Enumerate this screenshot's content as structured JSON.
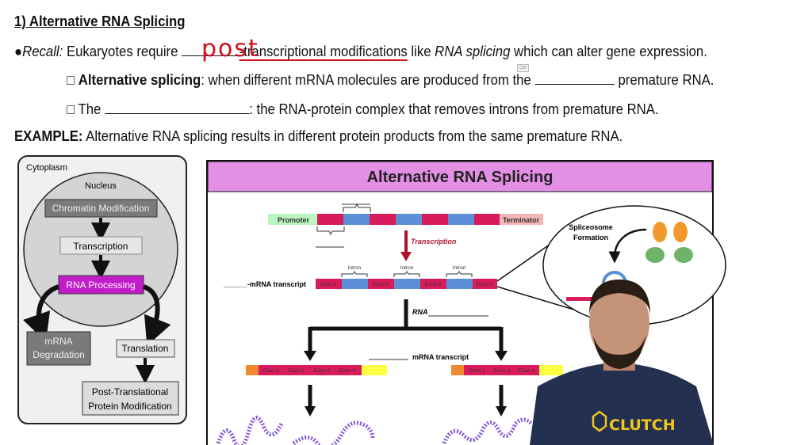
{
  "heading": "1) Alternative RNA Splicing",
  "recall": {
    "bullet": "●",
    "label": "Recall:",
    "before": " Eukaryotes require ",
    "handwritten": "post",
    "mid": "-transcriptional modifications",
    "like": " like ",
    "italic": "RNA splicing",
    "after": " which can alter gene expression."
  },
  "alt_splicing": {
    "box": "□",
    "term": "Alternative splicing",
    "text": ": when different mRNA molecules are produced from the",
    "after": " premature RNA."
  },
  "spliceosome_def": {
    "box": "□",
    "the": " The ",
    "text": ": the RNA-protein complex that removes introns from premature RNA."
  },
  "example": {
    "label": "EXAMPLE:",
    "text": " Alternative RNA splicing results in different protein products from the same premature RNA."
  },
  "ctrl_badge": "Ctrl",
  "flow": {
    "cytoplasm": "Cytoplasm",
    "nucleus": "Nucleus",
    "chromatin": "Chromatin Modification",
    "transcription": "Transcription",
    "rna_processing": "RNA Processing",
    "degradation_1": "mRNA",
    "degradation_2": "Degradation",
    "translation": "Translation",
    "ptm_1": "Post-Translational",
    "ptm_2": "Protein Modification"
  },
  "diagram": {
    "title": "Alternative RNA Splicing",
    "promoter": "Promoter",
    "terminator": "Terminator",
    "transcription": "Transcription",
    "pre_label": "______-mRNA transcript",
    "intron": "Intron",
    "exons": [
      "Exon 1",
      "Exon 2",
      "Exon 3",
      "Exon 4"
    ],
    "rna_label": "RNA",
    "mrna_label": "mRNA transcript",
    "left_exons": [
      "Exon 1",
      "Exon 2",
      "Exon 3",
      "Exon 4"
    ],
    "right_exons": [
      "Exon 1",
      "Exon 2",
      "Exon 4"
    ],
    "spliceosome_1": "Spliceosome",
    "spliceosome_2": "Formation"
  },
  "shirt_logo": "CLUTCH",
  "colors": {
    "exon": "#d81b5a",
    "intron": "#5b8fd6",
    "promoter": "#b8f5c0",
    "terminator": "#f2b6b6",
    "header": "#e48fe6",
    "rna_processing": "#c21bc9",
    "ink": "#d0101c"
  }
}
